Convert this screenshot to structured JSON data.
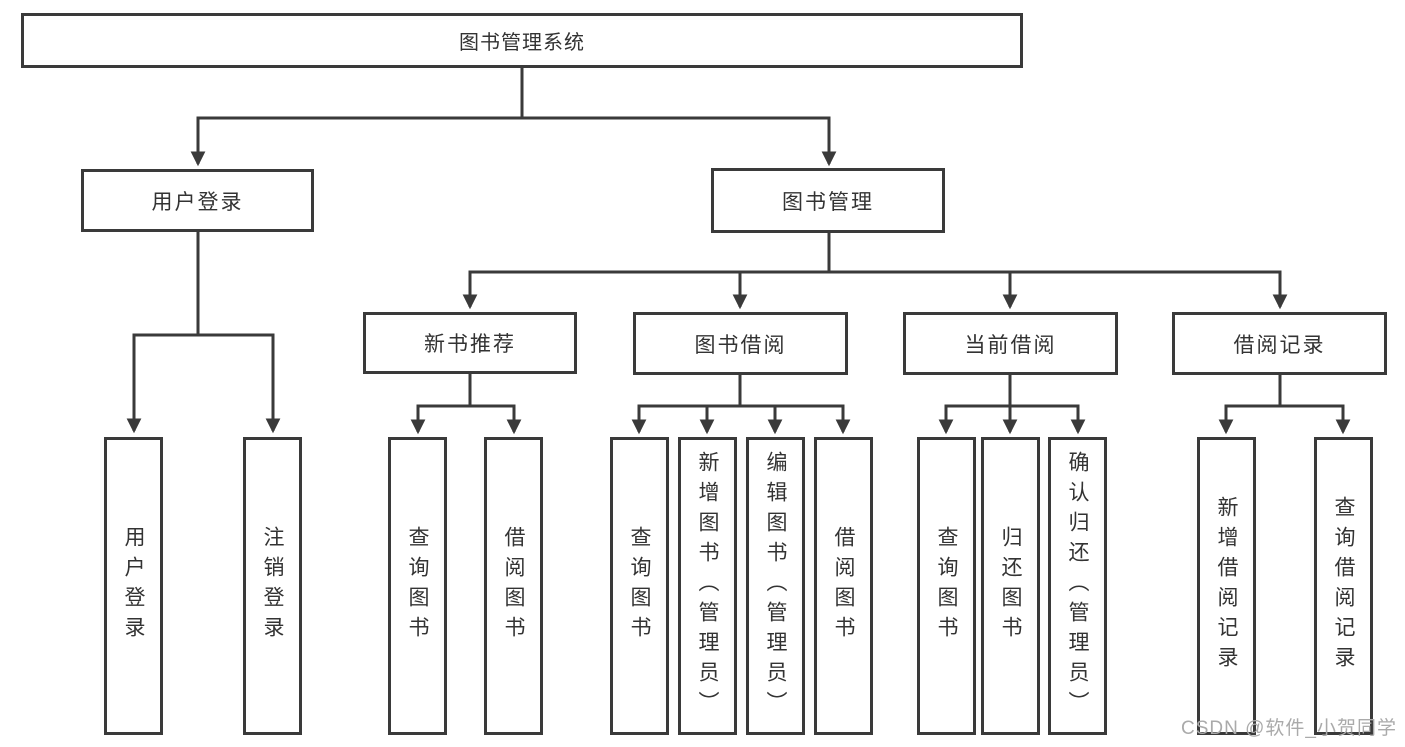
{
  "colors": {
    "line": "#3a3a3a",
    "box_border": "#3a3a3a",
    "text": "#333333",
    "watermark": "#aaaaaa",
    "background": "#ffffff"
  },
  "watermark": {
    "text": "CSDN @软件_小贺同学"
  },
  "tree": {
    "root": {
      "label": "图书管理系统",
      "children": [
        {
          "label": "用户登录",
          "children": [
            {
              "label": "用户登录"
            },
            {
              "label": "注销登录"
            }
          ]
        },
        {
          "label": "图书管理",
          "children": [
            {
              "label": "新书推荐",
              "children": [
                {
                  "label": "查询图书"
                },
                {
                  "label": "借阅图书"
                }
              ]
            },
            {
              "label": "图书借阅",
              "children": [
                {
                  "label": "查询图书"
                },
                {
                  "label": "新增图书（管理员）"
                },
                {
                  "label": "编辑图书（管理员）"
                },
                {
                  "label": "借阅图书"
                }
              ]
            },
            {
              "label": "当前借阅",
              "children": [
                {
                  "label": "查询图书"
                },
                {
                  "label": "归还图书"
                },
                {
                  "label": "确认归还（管理员）"
                }
              ]
            },
            {
              "label": "借阅记录",
              "children": [
                {
                  "label": "新增借阅记录"
                },
                {
                  "label": "查询借阅记录"
                }
              ]
            }
          ]
        }
      ]
    }
  }
}
